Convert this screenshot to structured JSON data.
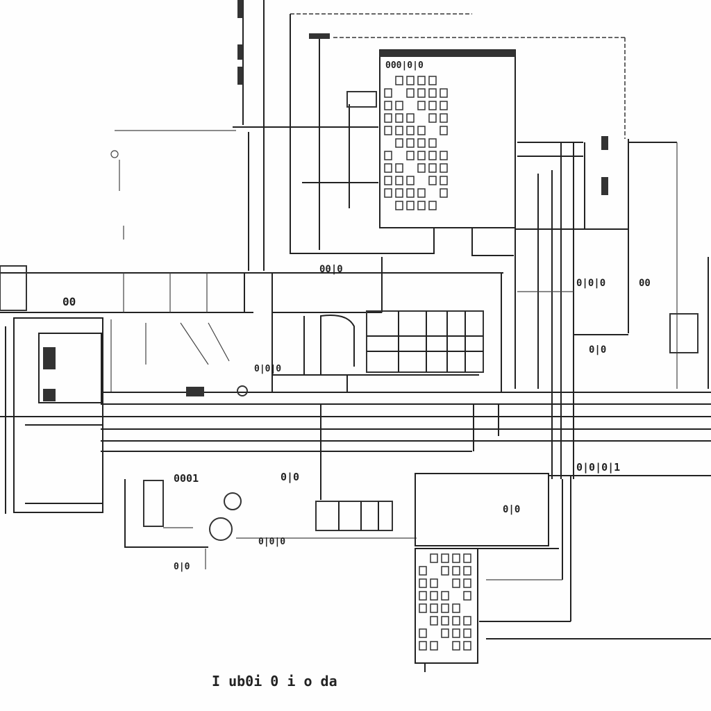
{
  "diagram": {
    "caption": "I ub0i 0 i o da",
    "labels": {
      "top_block": "000|0|0",
      "left_upper": "00",
      "mid_upper": "00|0",
      "right_upper": "0|0|0",
      "right_upper2": "00",
      "mid_row": "0|0|0",
      "right_mid": "0|0",
      "lower_left": "0001",
      "lower_left2": "0|0",
      "lower_center": "0|0|0",
      "bus_right": "0|0|0|1",
      "lower_right": "0|0",
      "bottom_small": "0|0"
    }
  }
}
